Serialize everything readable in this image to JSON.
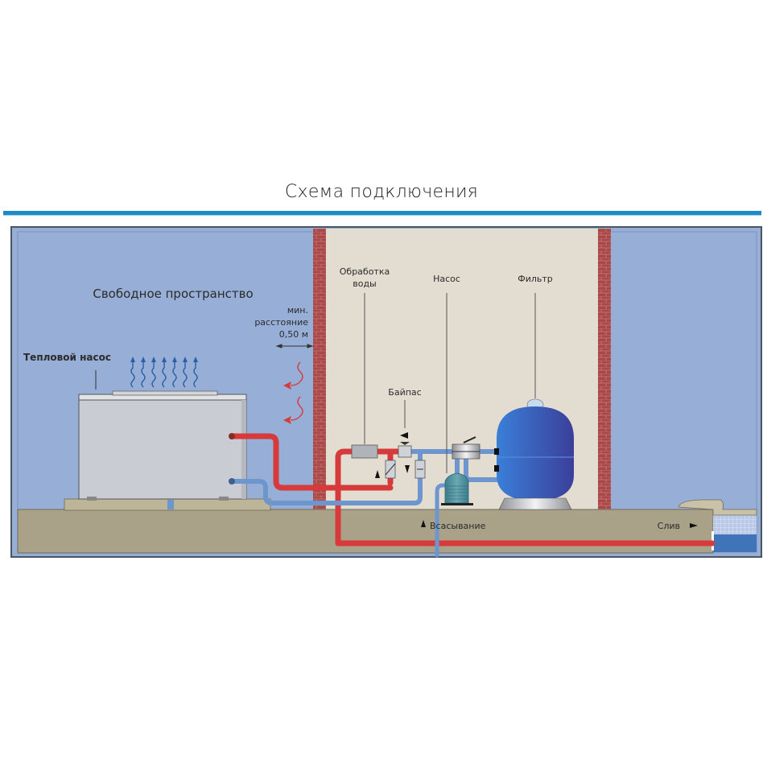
{
  "title": "Схема подключения",
  "labels": {
    "free_space": "Свободное пространство",
    "heat_pump": "Тепловой насос",
    "min_distance_line1": "мин.",
    "min_distance_line2": "расстояние",
    "min_distance_line3": "0,50 м",
    "water_treatment_line1": "Обработка",
    "water_treatment_line2": "воды",
    "pump": "Насос",
    "filter": "Фильтр",
    "bypass": "Байпас",
    "suction": "Всасывание",
    "drain": "Слив"
  },
  "colors": {
    "accent_bar": "#1e8ac6",
    "outdoor_bg": "#97aed6",
    "indoor_bg": "#e2ddd0",
    "ground": "#a9a288",
    "brick": "#a94848",
    "hot_pipe": "#d63a3a",
    "cold_pipe": "#6d96cf",
    "filter_tank": "#2f63c2",
    "pool_water": "#3f74b8"
  }
}
